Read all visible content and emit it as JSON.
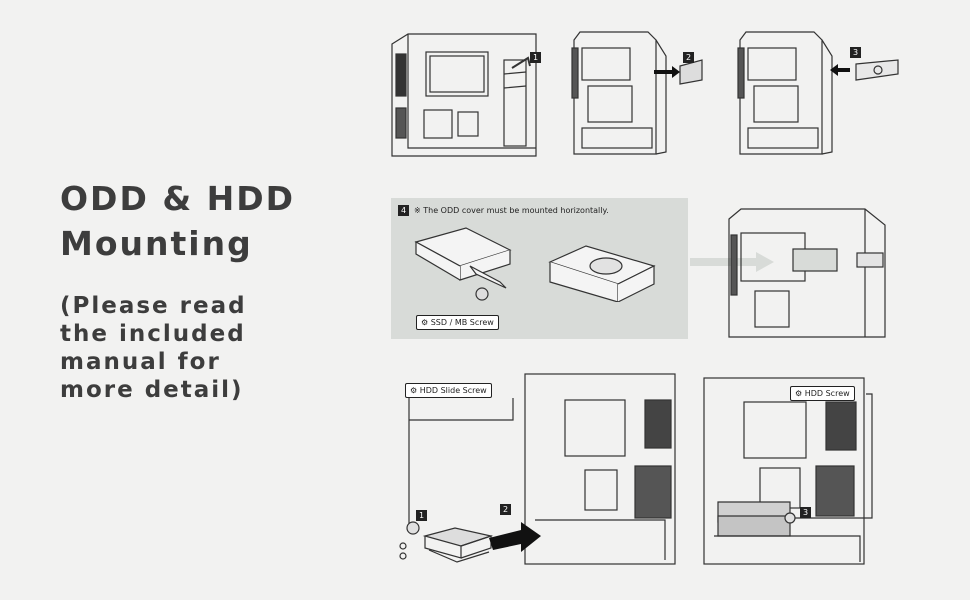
{
  "heading": {
    "line1": "ODD & HDD",
    "line2": "Mounting"
  },
  "subheading": {
    "line1": "(Please read",
    "line2": "the included",
    "line3": "manual for",
    "line4": "more detail)"
  },
  "steps": {
    "s1": "1",
    "s2": "2",
    "s3": "3",
    "s4": "4"
  },
  "odd_note": "※ The ODD cover must be mounted horizontally.",
  "labels": {
    "ssd_mb_screw": "SSD / MB Screw",
    "hdd_slide_screw": "HDD Slide Screw",
    "hdd_screw": "HDD Screw"
  },
  "hdd_steps": {
    "s1": "1",
    "s2": "2",
    "s3": "3"
  },
  "icons": [
    "screw-icon",
    "arrow-icon"
  ],
  "colors": {
    "background": "#f2f2f1",
    "panel": "#d8dbd8",
    "line": "#222222"
  }
}
